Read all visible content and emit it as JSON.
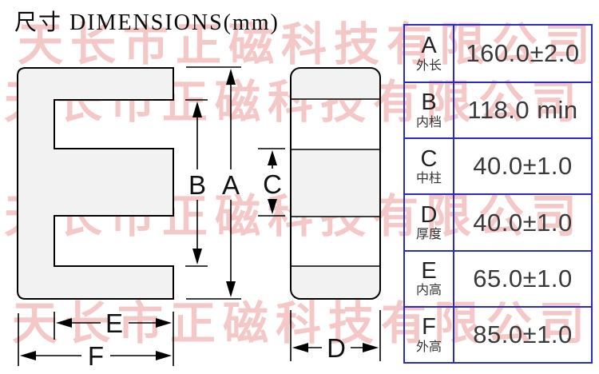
{
  "title": "尺寸 DIMENSIONS(mm)",
  "watermark": {
    "text": "天长市正磁科技有限公司",
    "color": "#f5c8c8"
  },
  "drawing": {
    "fill_color": "#f2f2f2",
    "line_color": "#000000",
    "labels": {
      "a": "A",
      "b": "B",
      "c": "C",
      "d": "D",
      "e": "E",
      "f": "F"
    }
  },
  "table": {
    "border_color": "#2b2bbd",
    "rows": [
      {
        "letter": "A",
        "cn": "外长",
        "value": "160.0±2.0"
      },
      {
        "letter": "B",
        "cn": "内档",
        "value": "118.0 min"
      },
      {
        "letter": "C",
        "cn": "中柱",
        "value": "40.0±1.0"
      },
      {
        "letter": "D",
        "cn": "厚度",
        "value": "40.0±1.0"
      },
      {
        "letter": "E",
        "cn": "内高",
        "value": "65.0±1.0"
      },
      {
        "letter": "F",
        "cn": "外高",
        "value": "85.0±1.0"
      }
    ]
  }
}
